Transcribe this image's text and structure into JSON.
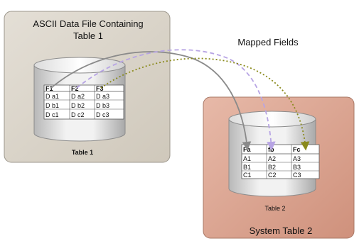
{
  "left_panel": {
    "title_line1": "ASCII Data File Containing",
    "title_line2": "Table 1"
  },
  "right_panel": {
    "title": "System Table 2"
  },
  "mapped_fields_label": "Mapped Fields",
  "table1": {
    "label": "Table 1",
    "headers": [
      "F1",
      "F2",
      "F3"
    ],
    "rows": [
      [
        "D a1",
        "D a2",
        "D a3"
      ],
      [
        "D b1",
        "D b2",
        "D b3"
      ],
      [
        "D c1",
        "D c2",
        "D c3"
      ]
    ]
  },
  "table2": {
    "label": "Table 2",
    "headers": [
      "Fa",
      "fb",
      "Fc"
    ],
    "rows": [
      [
        "A1",
        "A2",
        "A3"
      ],
      [
        "B1",
        "B2",
        "B3"
      ],
      [
        "C1",
        "C2",
        "C3"
      ]
    ]
  },
  "colors": {
    "left_panel_fill": "#d9d3c8",
    "right_panel_fill": "#d8a08e",
    "arrow_gray": "#8a8a8a",
    "arrow_lavender": "#b7a4e4",
    "arrow_olive": "#8a8a1c"
  }
}
